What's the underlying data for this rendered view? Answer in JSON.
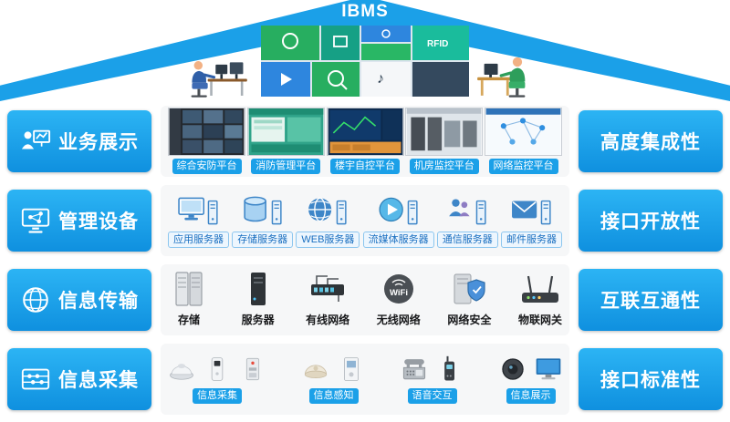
{
  "theme": {
    "accent_blue": "#1BA0E8"
  },
  "roof": {
    "title": "IBMS",
    "dashboard_icon": "roof-dashboard",
    "dashboard_text": "RFID",
    "person_left_icon": "person-left",
    "person_right_icon": "person-right"
  },
  "rows": [
    {
      "left_label": "业务展示",
      "left_icon": "presenter-icon",
      "right_label": "高度集成性",
      "items": [
        {
          "icon": "thumb-security-platform",
          "label": "综合安防平台"
        },
        {
          "icon": "thumb-fire-platform",
          "label": "消防管理平台"
        },
        {
          "icon": "thumb-bas-platform",
          "label": "楼宇自控平台"
        },
        {
          "icon": "thumb-server-room",
          "label": "机房监控平台"
        },
        {
          "icon": "thumb-network-topology",
          "label": "网络监控平台"
        }
      ]
    },
    {
      "left_label": "管理设备",
      "left_icon": "monitor-nodes-icon",
      "right_label": "接口开放性",
      "items": [
        {
          "icon": "app-server-icon",
          "label": "应用服务器"
        },
        {
          "icon": "storage-server-icon",
          "label": "存储服务器"
        },
        {
          "icon": "web-server-icon",
          "label": "WEB服务器"
        },
        {
          "icon": "media-server-icon",
          "label": "流媒体服务器"
        },
        {
          "icon": "comm-server-icon",
          "label": "通信服务器"
        },
        {
          "icon": "mail-server-icon",
          "label": "邮件服务器"
        }
      ]
    },
    {
      "left_label": "信息传输",
      "left_icon": "globe-icon",
      "right_label": "互联互通性",
      "items": [
        {
          "icon": "storage-rack-icon",
          "label": "存储"
        },
        {
          "icon": "server-tower-icon",
          "label": "服务器"
        },
        {
          "icon": "wired-network-icon",
          "label": "有线网络"
        },
        {
          "icon": "wifi-icon",
          "label": "无线网络",
          "icon_text": "WiFi"
        },
        {
          "icon": "security-shield-icon",
          "label": "网络安全"
        },
        {
          "icon": "gateway-icon",
          "label": "物联网关"
        }
      ]
    },
    {
      "left_label": "信息采集",
      "left_icon": "abacus-icon",
      "right_label": "接口标准性",
      "groups": [
        {
          "label": "信息采集",
          "icons": [
            "smoke-detector-icon",
            "wall-sensor-icon",
            "card-reader-icon"
          ]
        },
        {
          "label": "信息感知",
          "icons": [
            "ceiling-sensor-icon",
            "wall-panel-icon"
          ]
        },
        {
          "label": "语音交互",
          "icons": [
            "telephone-icon",
            "walkie-talkie-icon"
          ]
        },
        {
          "label": "信息展示",
          "icons": [
            "dome-camera-icon",
            "display-icon"
          ]
        }
      ]
    }
  ]
}
